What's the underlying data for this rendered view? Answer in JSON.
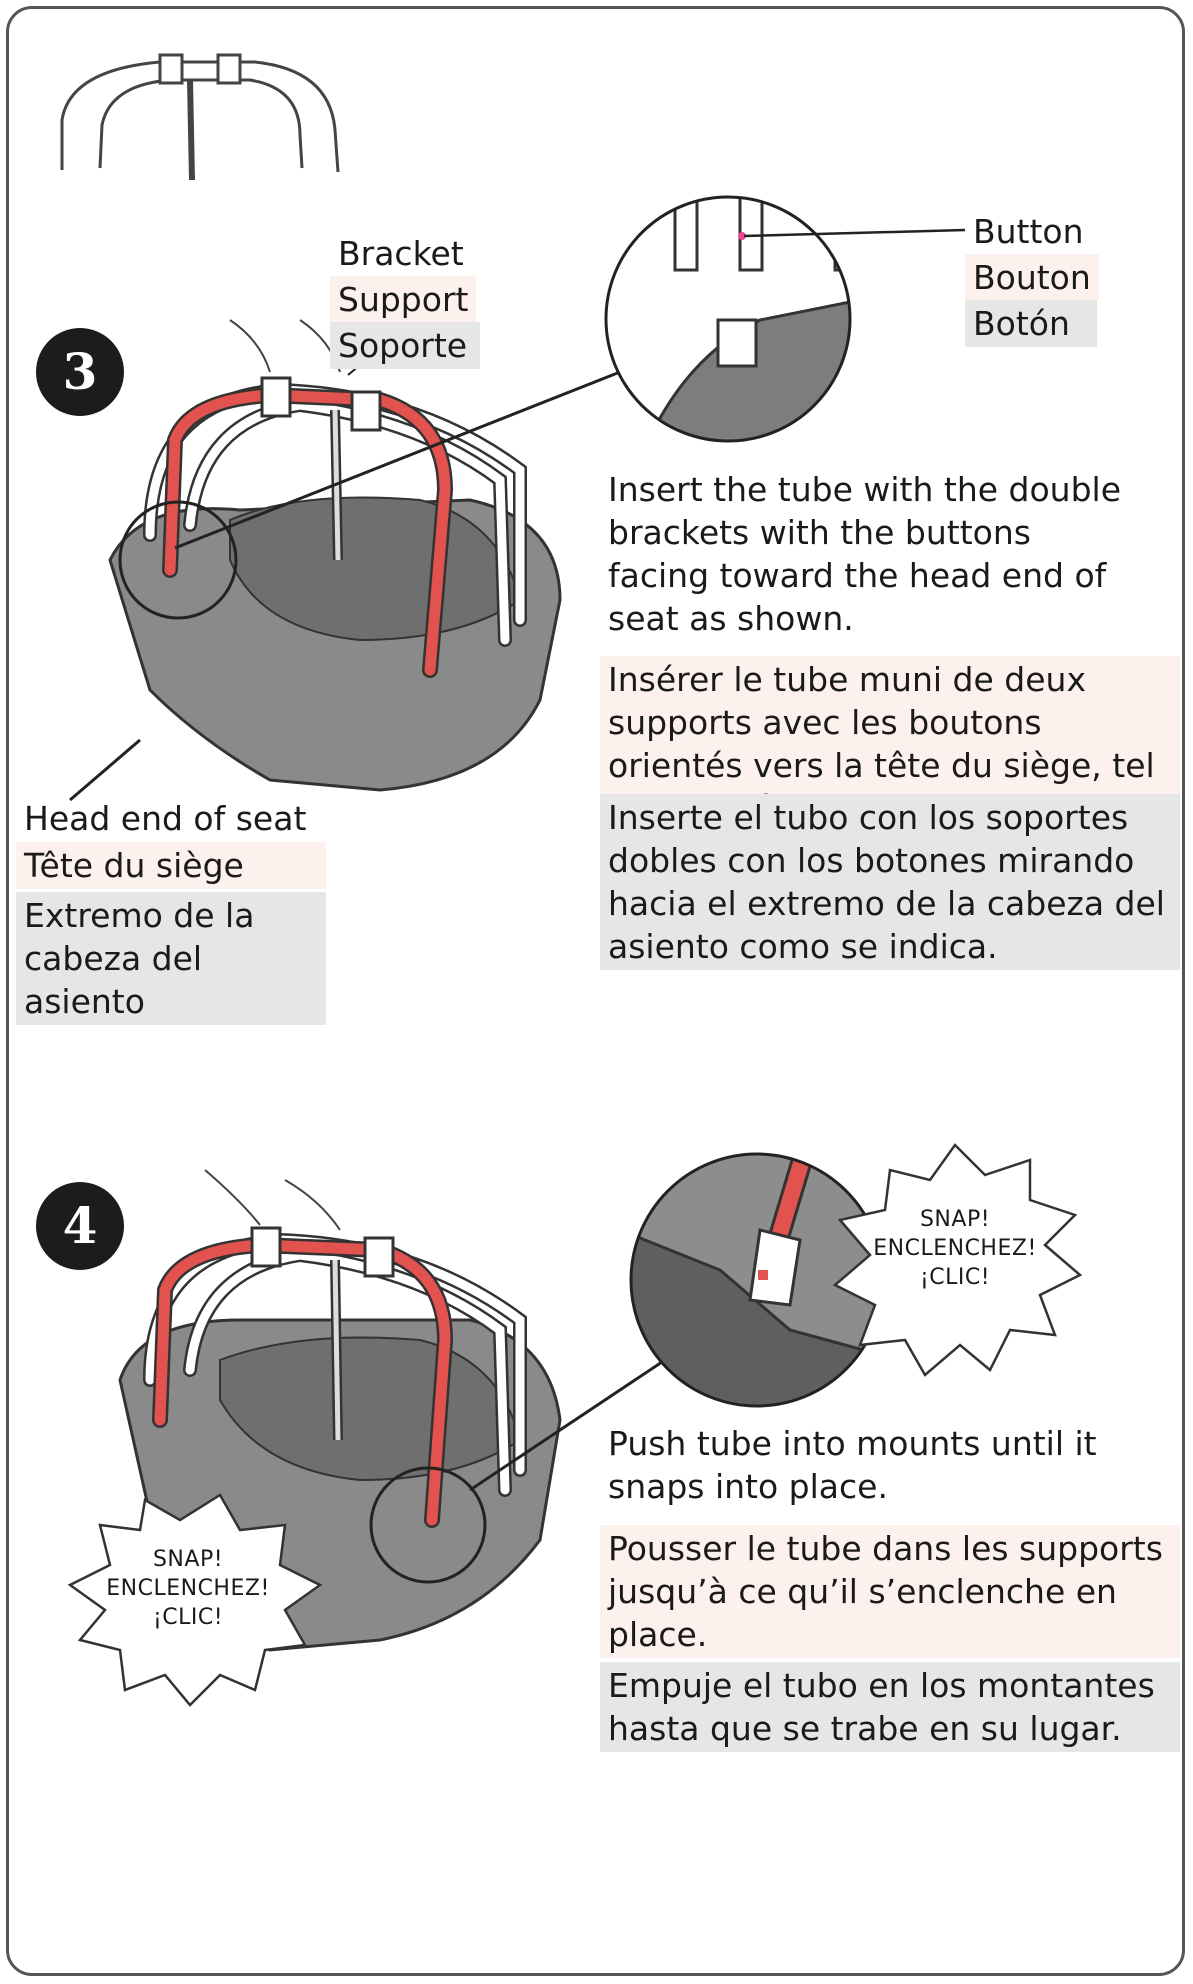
{
  "steps": [
    {
      "number": "3",
      "labels": {
        "bracket": {
          "en": "Bracket",
          "fr": "Support",
          "es": "Soporte"
        },
        "button": {
          "en": "Button",
          "fr": "Bouton",
          "es": "Botón"
        },
        "head_end": {
          "en": "Head end of seat",
          "fr": "Tête du siège",
          "es": "Extremo de la cabeza del asiento"
        }
      },
      "instructions": {
        "en": "Insert the tube with the double brackets with the buttons facing toward the head end of seat as shown.",
        "fr": "Insérer le tube muni de deux supports avec les boutons orientés vers la tête du siège, tel qu’illustré.",
        "es": "Inserte el tubo con los soportes dobles con los botones mirando hacia el extremo de la cabeza del asiento como se indica."
      }
    },
    {
      "number": "4",
      "snap_callout": {
        "en": "SNAP!",
        "fr": "ENCLENCHEZ!",
        "es": "¡CLIC!"
      },
      "instructions": {
        "en": "Push tube into mounts until it snaps into place.",
        "fr": "Pousser le tube dans les supports jusqu’à ce qu’il s’enclenche en place.",
        "es": "Empuje el tubo en los montantes hasta que se trabe en su lugar."
      }
    }
  ],
  "colors": {
    "highlight_tube": "#e2534f",
    "fr_band": "#fdf1ee",
    "es_band": "#e6e6e6",
    "step_badge": "#1c1c1c"
  }
}
